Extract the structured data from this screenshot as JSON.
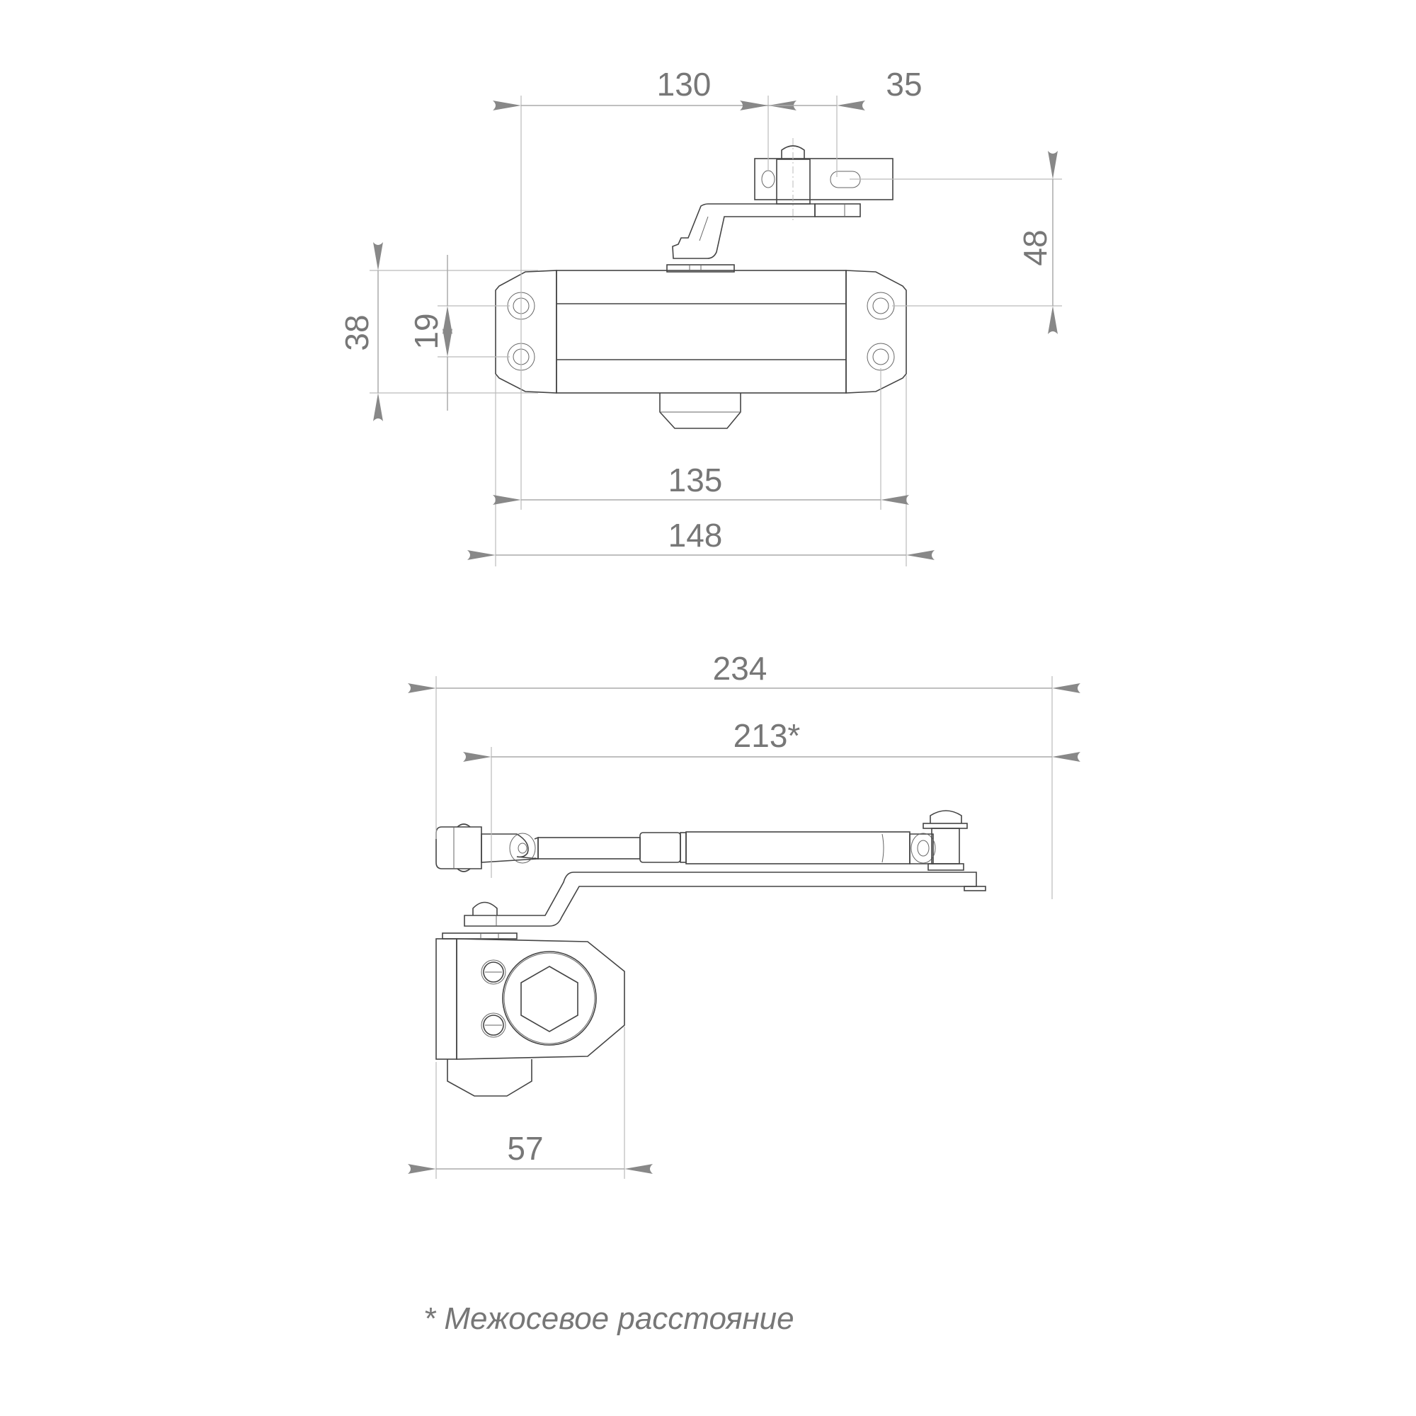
{
  "drawing": {
    "subject": "door closer dimensional drawing",
    "top_view": {
      "dimensions": {
        "arm_reach": "130",
        "arm_slot": "35",
        "arm_height": "48",
        "body_height": "38",
        "hole_spacing_vertical": "19",
        "hole_spacing_horizontal": "135",
        "body_length": "148"
      }
    },
    "side_view": {
      "dimensions": {
        "overall_length": "234",
        "axis_distance": "213*",
        "body_depth": "57"
      }
    },
    "footnote": "* Межосевое расстояние",
    "colors": {
      "dimension_text": "#777777",
      "outline": "#444444",
      "dimension_line": "#aaaaaa"
    }
  }
}
